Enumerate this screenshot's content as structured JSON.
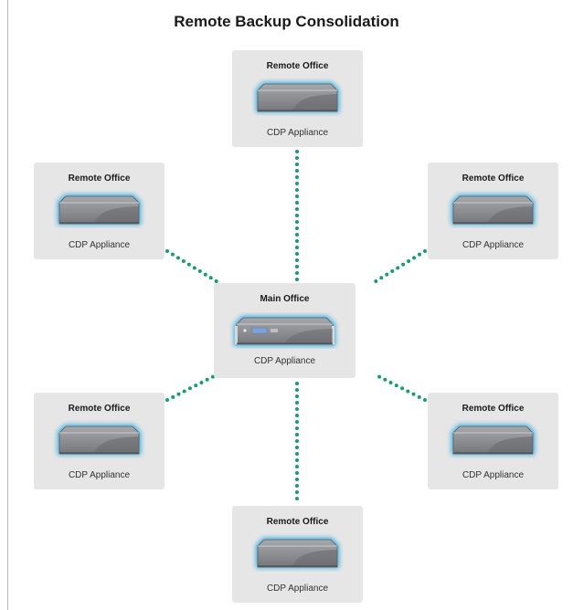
{
  "title": "Remote Backup Consolidation",
  "colors": {
    "node_bg": "#e6e6e6",
    "connector": "#1a9a72",
    "glow": "#2aa9e0",
    "device_body": "#8d8f93"
  },
  "main_office": {
    "title": "Main Office",
    "label": "CDP Appliance",
    "icon": "server-rack-icon"
  },
  "remote_offices": [
    {
      "title": "Remote Office",
      "label": "CDP Appliance",
      "icon": "server-appliance-icon"
    },
    {
      "title": "Remote Office",
      "label": "CDP Appliance",
      "icon": "server-appliance-icon"
    },
    {
      "title": "Remote Office",
      "label": "CDP Appliance",
      "icon": "server-appliance-icon"
    },
    {
      "title": "Remote Office",
      "label": "CDP Appliance",
      "icon": "server-appliance-icon"
    },
    {
      "title": "Remote Office",
      "label": "CDP Appliance",
      "icon": "server-appliance-icon"
    },
    {
      "title": "Remote Office",
      "label": "CDP Appliance",
      "icon": "server-appliance-icon"
    }
  ]
}
